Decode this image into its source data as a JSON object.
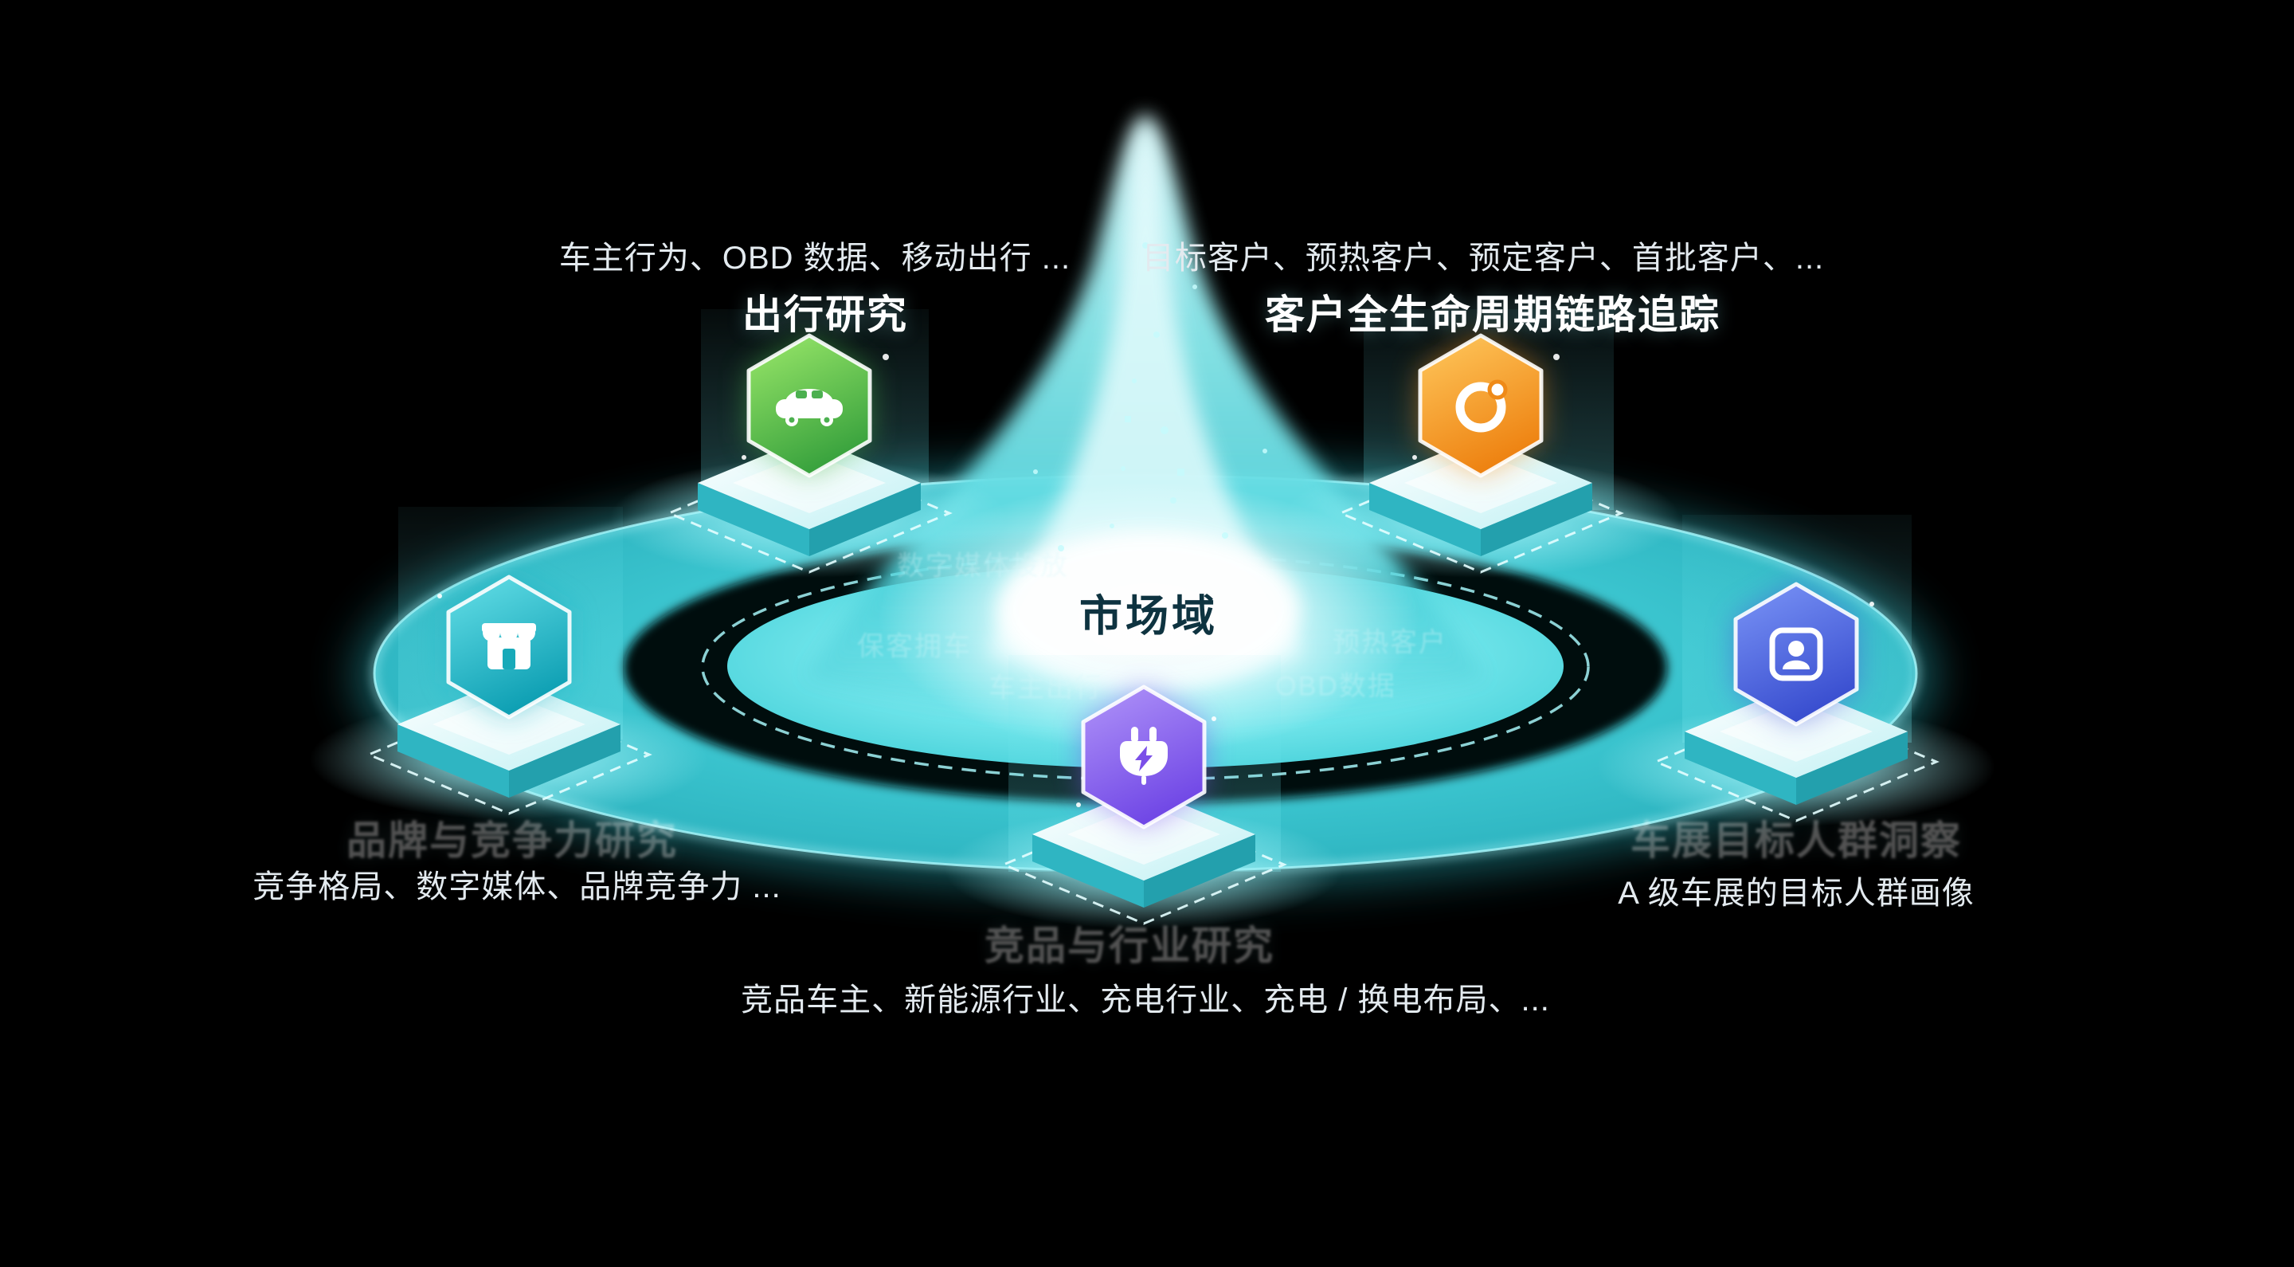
{
  "center": {
    "label": "市场域"
  },
  "nodes": [
    {
      "id": "travel-research",
      "heading": "出行研究",
      "description": "车主行为、OBD 数据、移动出行 ...",
      "icon": "car-icon",
      "color": "#4cb44c"
    },
    {
      "id": "customer-lifecycle",
      "heading": "客户全生命周期链路追踪",
      "description": "目标客户、预热客户、预定客户、首批客户、...",
      "icon": "orbit-icon",
      "color": "#f09020"
    },
    {
      "id": "brand-competitiveness",
      "heading": "品牌与竞争力研究",
      "description": "竞争格局、数字媒体、品牌竞争力 ...",
      "icon": "store-icon",
      "color": "#1db0c2"
    },
    {
      "id": "industry-research",
      "heading": "竞品与行业研究",
      "description": "竞品车主、新能源行业、充电行业、充电 / 换电布局、...",
      "icon": "charging-plug-icon",
      "color": "#8557ec"
    },
    {
      "id": "audience-profile",
      "heading": "车展目标人群洞察",
      "description": "A 级车展的目标人群画像",
      "icon": "person-card-icon",
      "color": "#4658d8"
    }
  ],
  "ring_labels": [
    "数字媒体投放",
    "保客拥车",
    "车主出行",
    "预热客户",
    "OBD数据"
  ],
  "colors": {
    "background": "#000000",
    "disc": "#35c4cc",
    "inner_glow": "#ffffff",
    "dashed_ring": "#a5f4f8"
  }
}
